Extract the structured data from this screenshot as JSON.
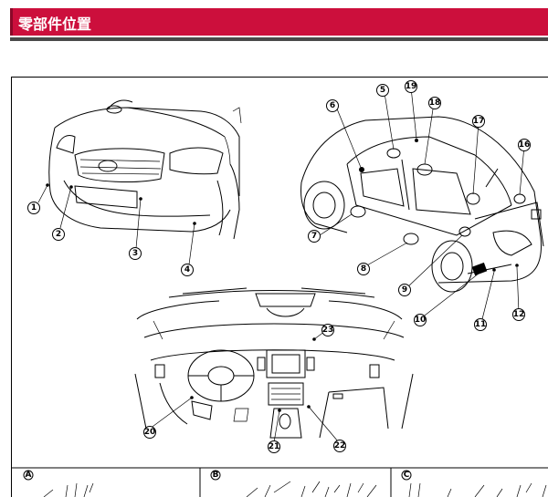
{
  "header": {
    "title": "零部件位置"
  },
  "callouts": [
    {
      "label": "1"
    },
    {
      "label": "2"
    },
    {
      "label": "3"
    },
    {
      "label": "4"
    },
    {
      "label": "5"
    },
    {
      "label": "6"
    },
    {
      "label": "7"
    },
    {
      "label": "8"
    },
    {
      "label": "9"
    },
    {
      "label": "10"
    },
    {
      "label": "11"
    },
    {
      "label": "12"
    },
    {
      "label": "16"
    },
    {
      "label": "17"
    },
    {
      "label": "18"
    },
    {
      "label": "19"
    },
    {
      "label": "20"
    },
    {
      "label": "21"
    },
    {
      "label": "22"
    },
    {
      "label": "23"
    }
  ],
  "insets": [
    {
      "letter": "A"
    },
    {
      "letter": "B"
    },
    {
      "letter": "C"
    }
  ],
  "colors": {
    "header_bg": "#cc0f3c",
    "header_text": "#ffffff",
    "rule": "#4a4a4a"
  }
}
